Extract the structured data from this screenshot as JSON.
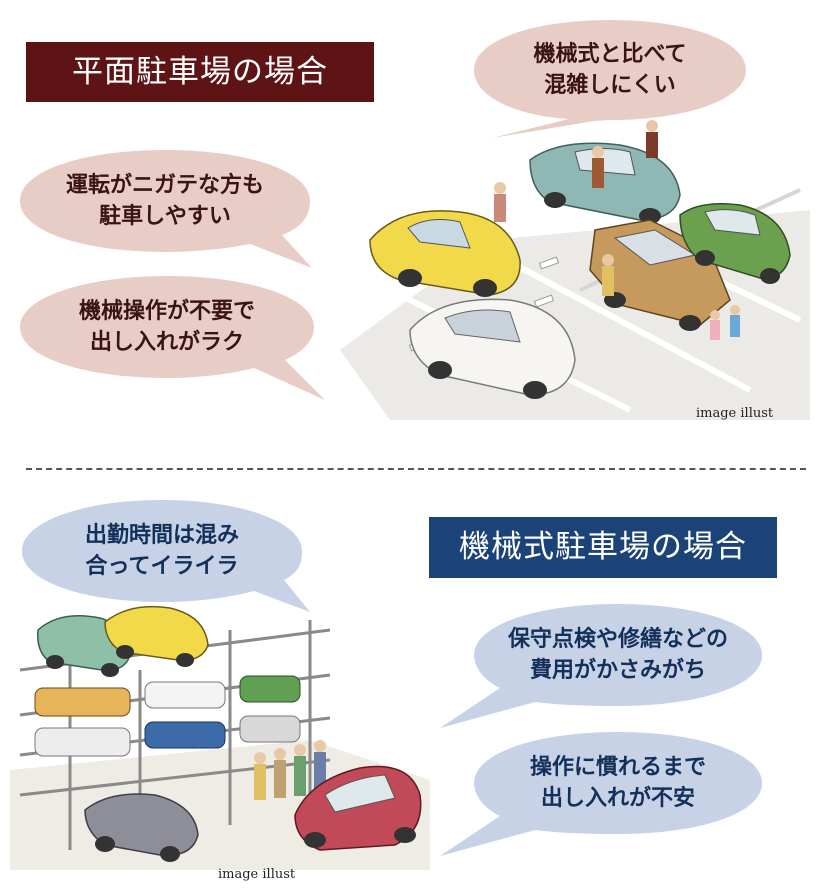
{
  "flat_parking": {
    "title": "平面駐車場の場合",
    "bubbles": [
      {
        "line1": "機械式と比べて",
        "line2": "混雑しにくい"
      },
      {
        "line1": "運転がニガテな方も",
        "line2": "駐車しやすい"
      },
      {
        "line1": "機械操作が不要で",
        "line2": "出し入れがラク"
      }
    ],
    "caption": "image illust"
  },
  "mechanical_parking": {
    "title": "機械式駐車場の場合",
    "bubbles": [
      {
        "line1": "出勤時間は混み",
        "line2": "合ってイライラ"
      },
      {
        "line1": "保守点検や修繕などの",
        "line2": "費用がかさみがち"
      },
      {
        "line1": "操作に慣れるまで",
        "line2": "出し入れが不安"
      }
    ],
    "caption": "image illust"
  },
  "colors": {
    "flat_title_bg": "#5e1414",
    "mech_title_bg": "#1b4378",
    "pink_bubble": "#e8cdc6",
    "blue_bubble": "#c7d2e6"
  }
}
